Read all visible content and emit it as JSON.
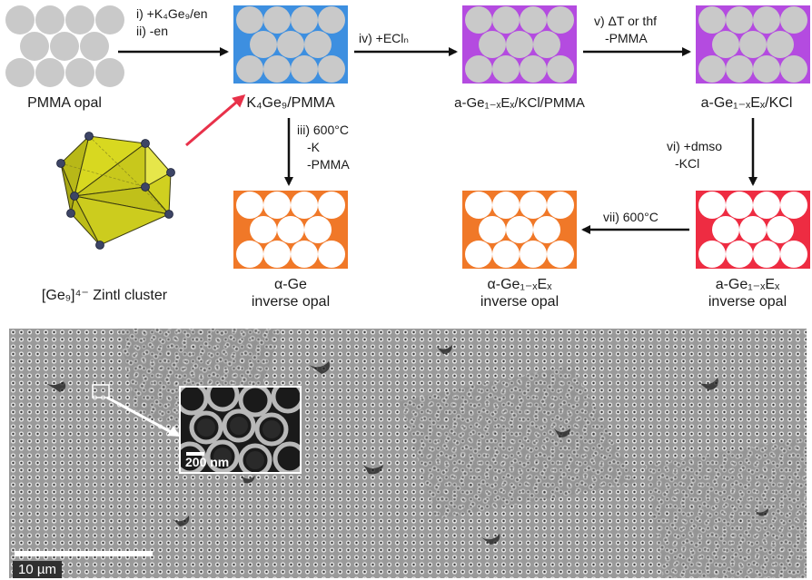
{
  "colors": {
    "opal_sphere": "#c9c9c9",
    "blue_box": "#3d8fe0",
    "purple_box": "#b44be0",
    "orange_box": "#f07828",
    "red_box": "#ee2c42",
    "red_arrow": "#e8314a",
    "cluster_yellow": "#d8d820",
    "sem_background": "#7a7a7a",
    "sem_pore": "#1e1e1e"
  },
  "nodes": {
    "pmma_opal": {
      "label": "PMMA opal"
    },
    "k4ge9_pmma": {
      "label": "K₄Ge₉/PMMA"
    },
    "ge_kcl_pmma": {
      "label": "a-Ge₁₋ₓEₓ/KCl/PMMA"
    },
    "ge_kcl": {
      "label": "a-Ge₁₋ₓEₓ/KCl"
    },
    "alpha_ge": {
      "line1": "α-Ge",
      "line2": "inverse opal"
    },
    "alpha_ge_ex": {
      "line1": "α-Ge₁₋ₓEₓ",
      "line2": "inverse opal"
    },
    "a_ge_ex": {
      "line1": "a-Ge₁₋ₓEₓ",
      "line2": "inverse opal"
    },
    "cluster": {
      "label": "[Ge₉]⁴⁻ Zintl cluster"
    }
  },
  "steps": {
    "i": "i) +K₄Ge₉/en",
    "ii": "ii) -en",
    "iii_1": "iii) 600°C",
    "iii_2": "-K",
    "iii_3": "-PMMA",
    "iv": "iv) +EClₙ",
    "v_1": "v) ΔT or thf",
    "v_2": "-PMMA",
    "vi_1": "vi) +dmso",
    "vi_2": "-KCl",
    "vii": "vii) 600°C"
  },
  "micrograph": {
    "scale_bar": "10 µm",
    "inset_scale_bar": "200 nm"
  }
}
